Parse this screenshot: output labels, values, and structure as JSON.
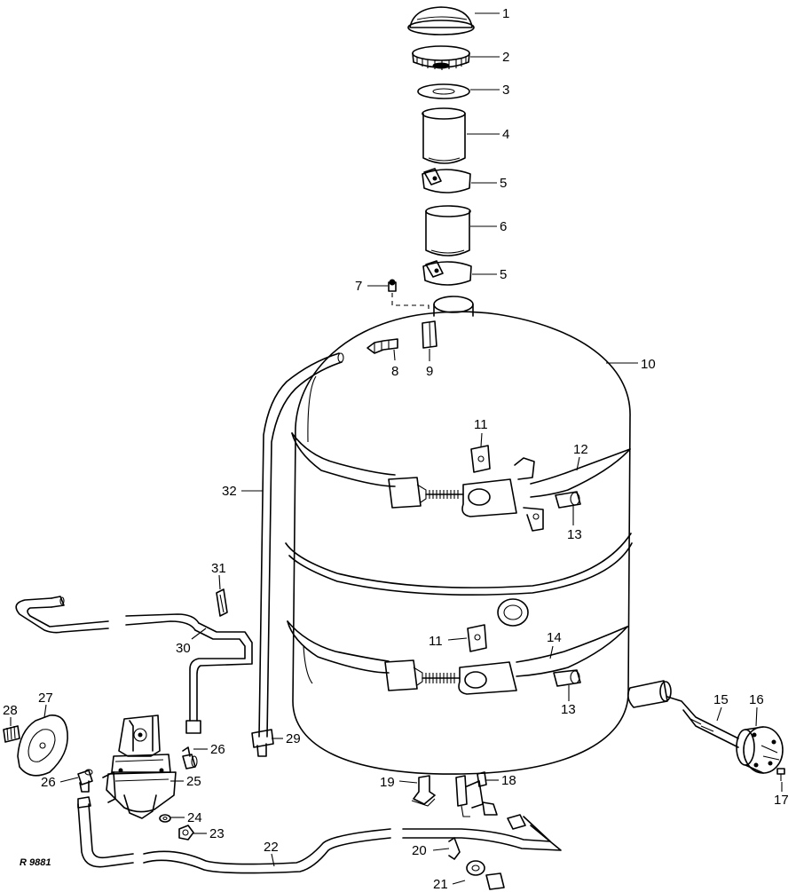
{
  "figure_ref": "R 9881",
  "callouts": [
    {
      "id": "1",
      "label": "1"
    },
    {
      "id": "2",
      "label": "2"
    },
    {
      "id": "3",
      "label": "3"
    },
    {
      "id": "4",
      "label": "4"
    },
    {
      "id": "5a",
      "label": "5"
    },
    {
      "id": "6",
      "label": "6"
    },
    {
      "id": "5b",
      "label": "5"
    },
    {
      "id": "7",
      "label": "7"
    },
    {
      "id": "8",
      "label": "8"
    },
    {
      "id": "9",
      "label": "9"
    },
    {
      "id": "10",
      "label": "10"
    },
    {
      "id": "11a",
      "label": "11"
    },
    {
      "id": "12",
      "label": "12"
    },
    {
      "id": "13a",
      "label": "13"
    },
    {
      "id": "32",
      "label": "32"
    },
    {
      "id": "31",
      "label": "31"
    },
    {
      "id": "30",
      "label": "30"
    },
    {
      "id": "11b",
      "label": "11"
    },
    {
      "id": "14",
      "label": "14"
    },
    {
      "id": "13b",
      "label": "13"
    },
    {
      "id": "15",
      "label": "15"
    },
    {
      "id": "16",
      "label": "16"
    },
    {
      "id": "17",
      "label": "17"
    },
    {
      "id": "28",
      "label": "28"
    },
    {
      "id": "27",
      "label": "27"
    },
    {
      "id": "26a",
      "label": "26"
    },
    {
      "id": "29",
      "label": "29"
    },
    {
      "id": "26b",
      "label": "26"
    },
    {
      "id": "25",
      "label": "25"
    },
    {
      "id": "19",
      "label": "19"
    },
    {
      "id": "18",
      "label": "18"
    },
    {
      "id": "24",
      "label": "24"
    },
    {
      "id": "23",
      "label": "23"
    },
    {
      "id": "22",
      "label": "22"
    },
    {
      "id": "20",
      "label": "20"
    },
    {
      "id": "21",
      "label": "21"
    }
  ]
}
